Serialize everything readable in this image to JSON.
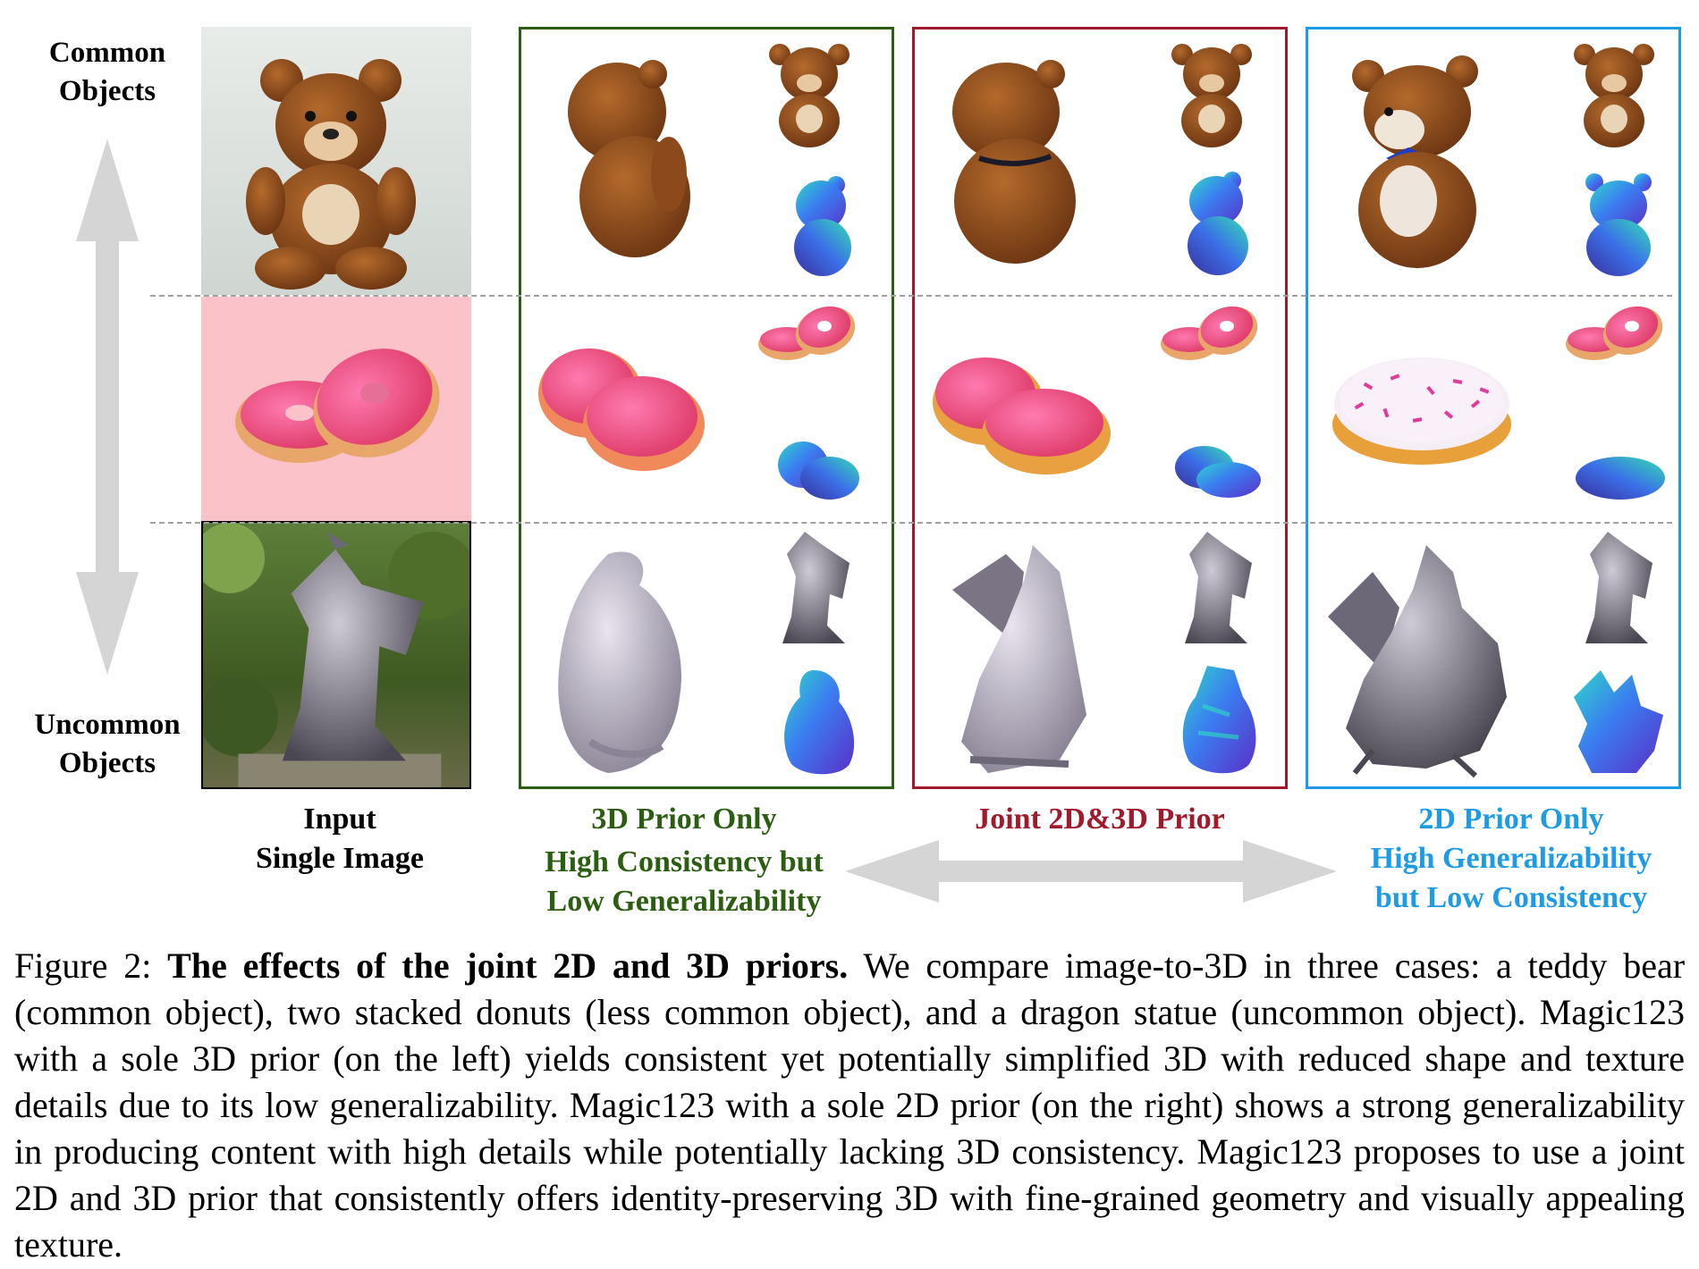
{
  "figure": {
    "row_labels": {
      "top": [
        "Common",
        "Objects"
      ],
      "bottom": [
        "Uncommon",
        "Objects"
      ]
    },
    "columns": [
      {
        "id": "input",
        "title": [
          "Input",
          "Single Image"
        ],
        "color": "#000000"
      },
      {
        "id": "prior-3d",
        "title": [
          "3D Prior Only",
          "High Consistency but",
          "Low Generalizability"
        ],
        "color": "#2c5e12"
      },
      {
        "id": "joint",
        "title": [
          "Joint 2D&3D Prior"
        ],
        "color": "#a01a2c"
      },
      {
        "id": "prior-2d",
        "title": [
          "2D Prior Only",
          "High Generalizability",
          "but Low Consistency"
        ],
        "color": "#1e9be6"
      }
    ],
    "objects": [
      "teddy bear",
      "donuts",
      "dragon statue"
    ],
    "colors": {
      "panel_3d": "#2c5e12",
      "panel_joint": "#a01a2c",
      "panel_2d": "#1e9be6",
      "arrow": "#d5d5d5",
      "donut_background": "#fbc3c9"
    }
  },
  "caption": {
    "label": "Figure 2:",
    "title": "The effects of the joint 2D and 3D priors.",
    "text": "We compare image-to-3D in three cases: a teddy bear (common object), two stacked donuts (less common object), and a dragon statue (uncommon object). Magic123 with a sole 3D prior (on the left) yields consistent yet potentially simplified 3D with reduced shape and texture details due to its low generalizability. Magic123 with a sole 2D prior (on the right) shows a strong generalizability in producing content with high details while potentially lacking 3D consistency. Magic123 proposes to use a joint 2D and 3D prior that consistently offers identity-preserving 3D with fine-grained geometry and visually appealing texture."
  }
}
